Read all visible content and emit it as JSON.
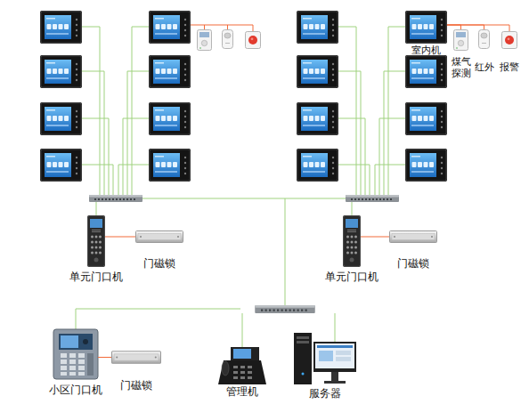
{
  "diagram": {
    "nodes": [
      {
        "text": [
          "室内机"
        ]
      },
      {
        "text": [
          "煤气 探测"
        ]
      },
      {
        "text": [
          "红外"
        ]
      },
      {
        "text": [
          "报警"
        ]
      },
      {
        "text": [
          "单元门口机"
        ]
      },
      {
        "text": [
          "门磁锁"
        ]
      },
      {
        "text": [
          "单元门口机"
        ]
      },
      {
        "text": [
          "门磁锁"
        ]
      },
      {
        "text": [
          "小区门口机"
        ]
      },
      {
        "text": [
          "门磁锁"
        ]
      },
      {
        "text": [
          "管理机"
        ]
      },
      {
        "text": [
          "服务器"
        ]
      }
    ],
    "edges": [
      {
        "from": 0,
        "to": 1,
        "arrow": "none"
      },
      {
        "from": 0,
        "to": 2,
        "arrow": "none"
      },
      {
        "from": 0,
        "to": 3,
        "arrow": "none"
      },
      {
        "from": 4,
        "to": 5,
        "arrow": "none"
      },
      {
        "from": 6,
        "to": 7,
        "arrow": "none"
      },
      {
        "from": 8,
        "to": 9,
        "arrow": "none"
      }
    ]
  }
}
